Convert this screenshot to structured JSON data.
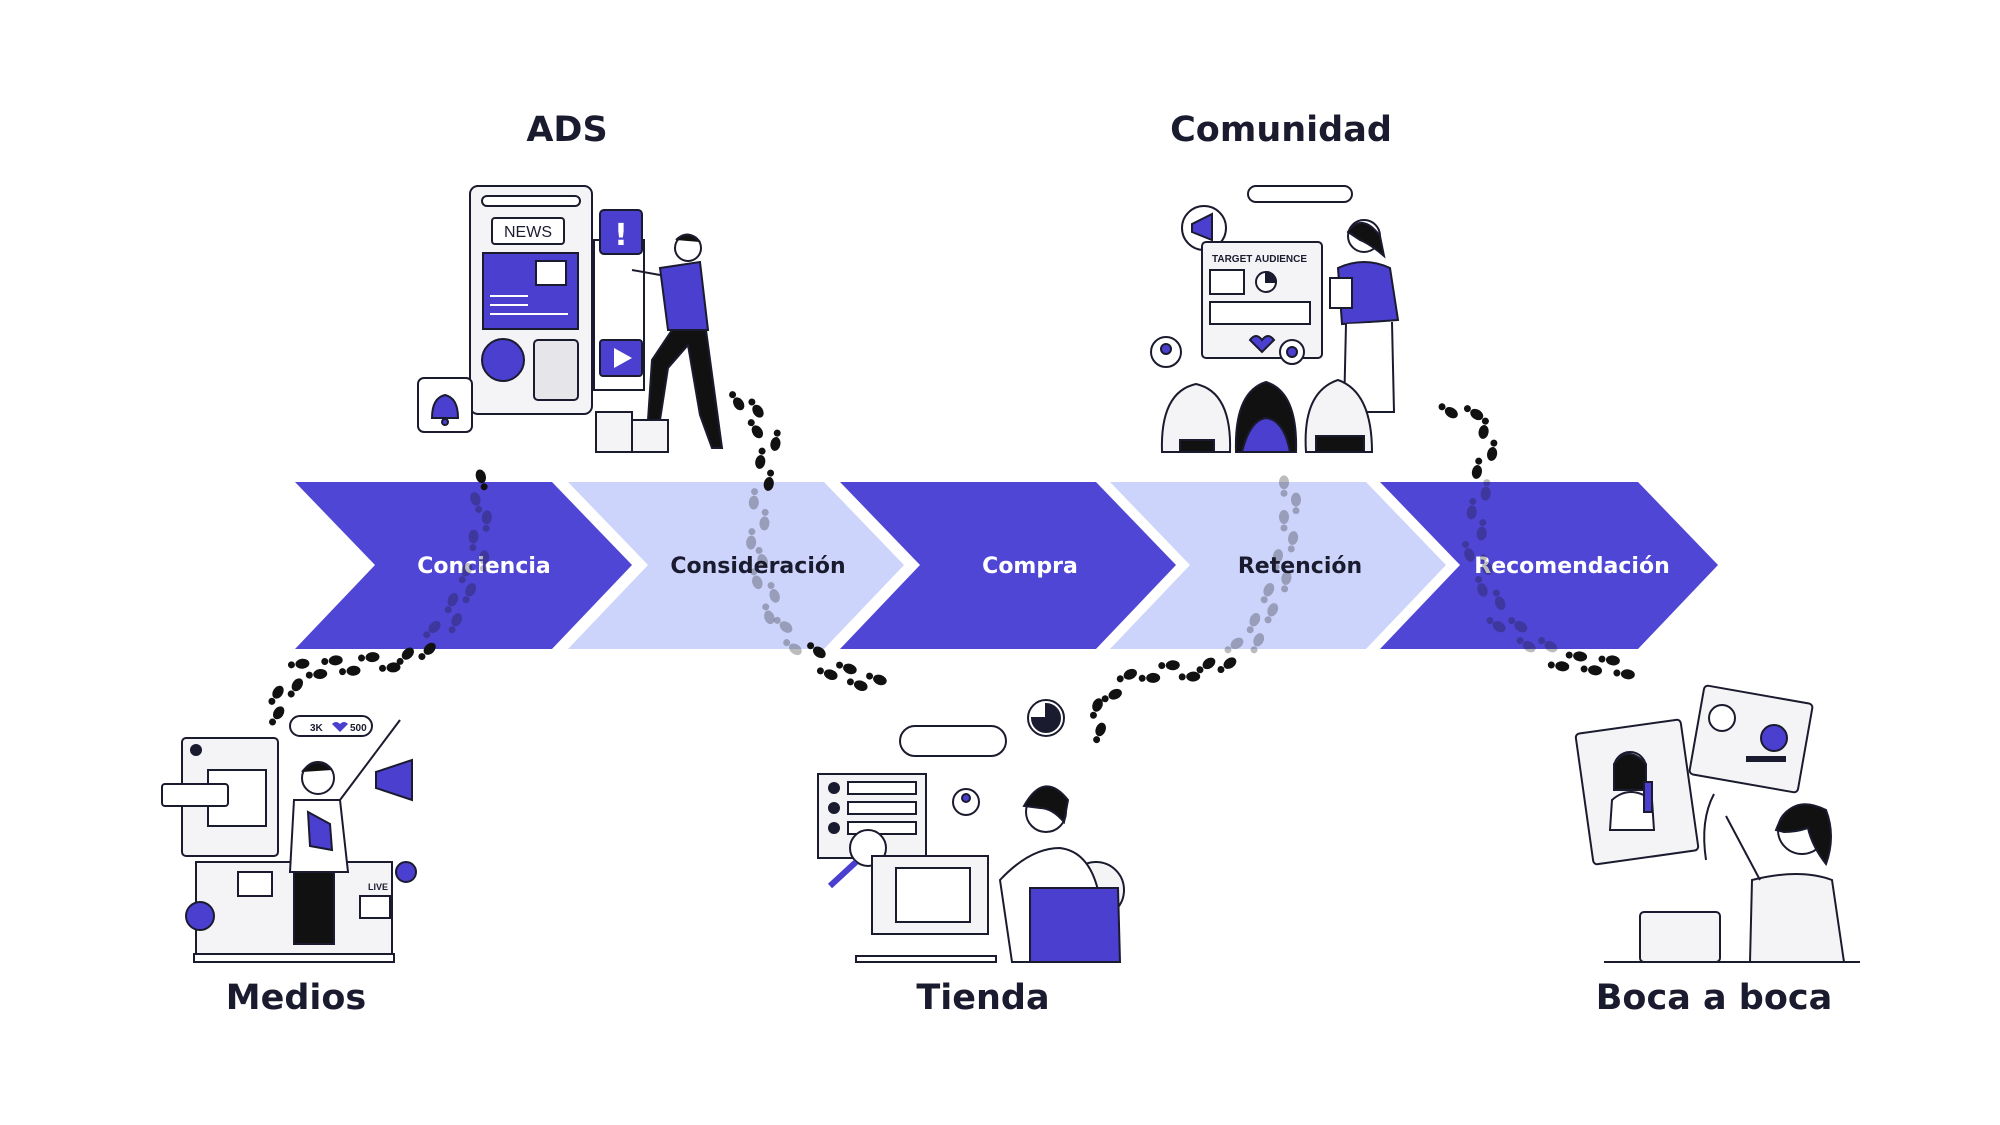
{
  "stages": [
    {
      "label": "Conciencia",
      "style": "dark"
    },
    {
      "label": "Consideración",
      "style": "light"
    },
    {
      "label": "Compra",
      "style": "dark"
    },
    {
      "label": "Retención",
      "style": "light"
    },
    {
      "label": "Recomendación",
      "style": "dark"
    }
  ],
  "touchpoints": {
    "ads": "ADS",
    "comunidad": "Comunidad",
    "medios": "Medios",
    "tienda": "Tienda",
    "boca": "Boca a boca"
  },
  "illustration_text": {
    "news": "NEWS",
    "target_audience": "TARGET AUDIENCE",
    "followers": "3K",
    "likes": "500",
    "live": "LIVE"
  },
  "colors": {
    "dark_stage": "#5046d6",
    "light_stage": "#cdd4fb",
    "accent": "#4a3fcf",
    "ink": "#1b1b2f",
    "footprint": "#111111"
  }
}
